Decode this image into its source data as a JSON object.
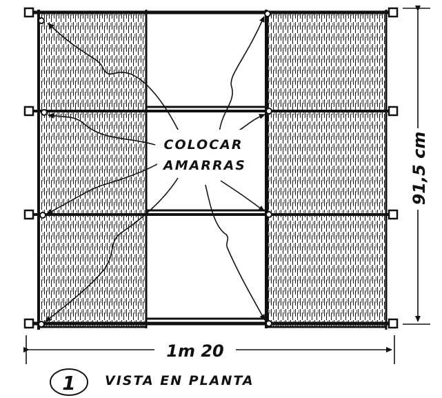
{
  "drawing": {
    "callout_line1": "COLOCAR",
    "callout_line2": "AMARRAS",
    "width_dimension": "1m 20",
    "height_dimension": "91,5 cm",
    "figure_number": "1",
    "caption": "VISTA EN PLANTA"
  },
  "colors": {
    "ink": "#111111",
    "paper": "#ffffff"
  }
}
